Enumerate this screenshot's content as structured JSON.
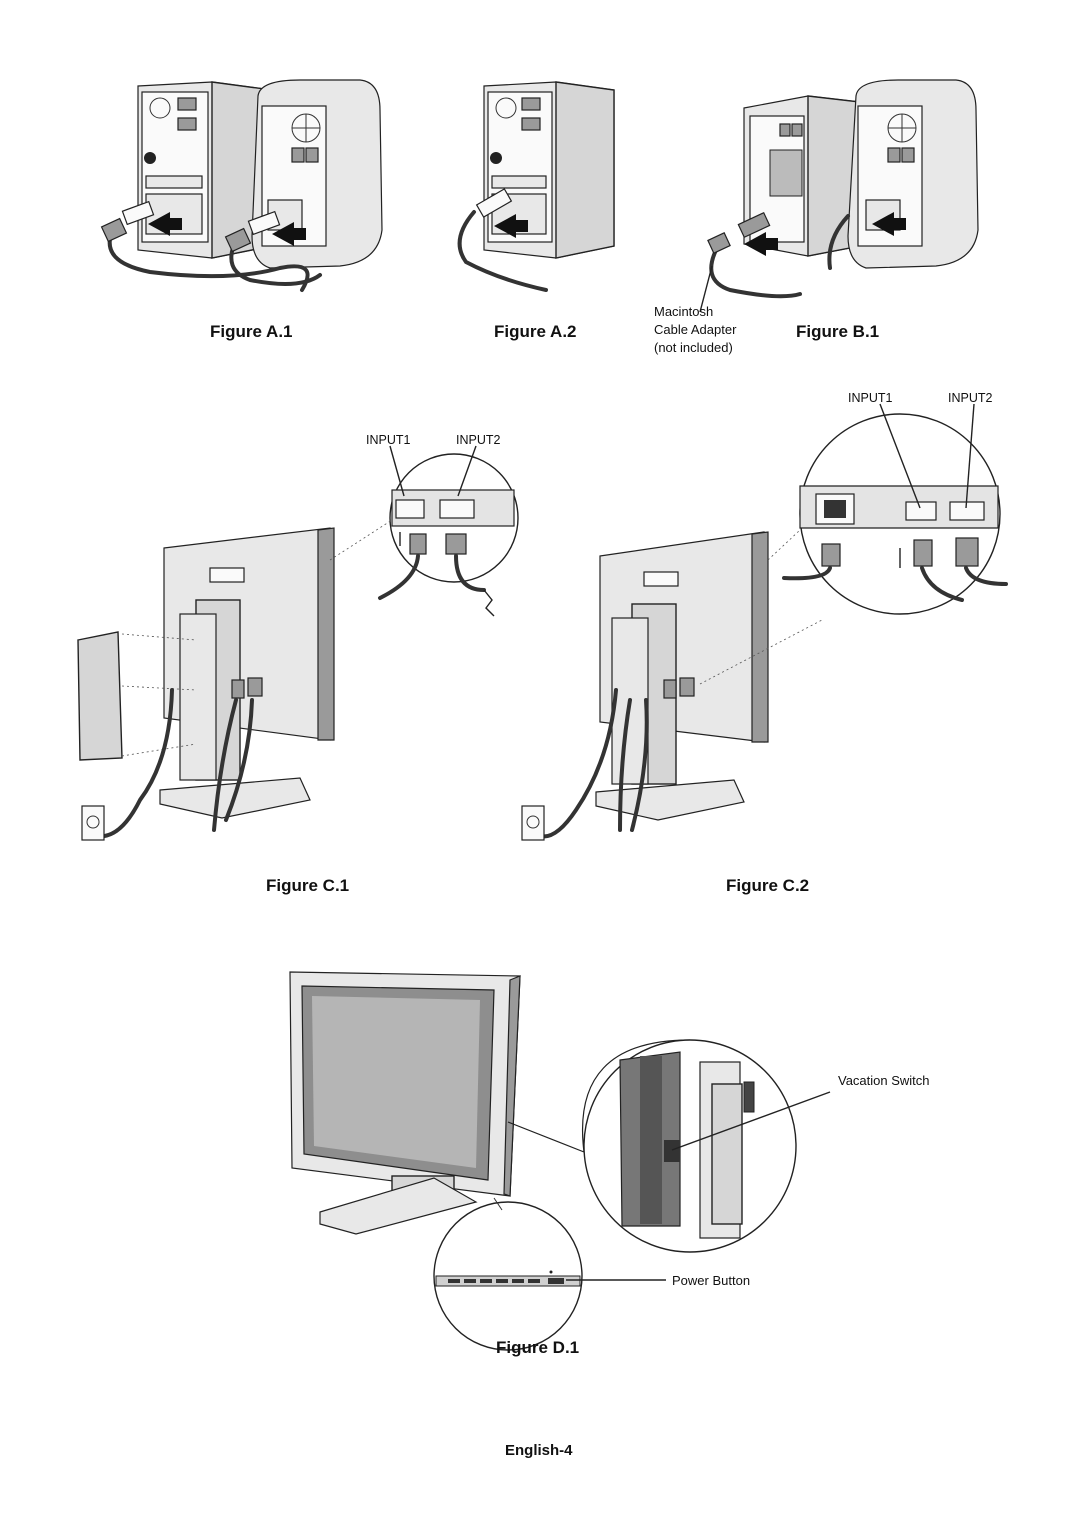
{
  "figures": {
    "a1": {
      "title": "Figure A.1"
    },
    "a2": {
      "title": "Figure A.2"
    },
    "b1": {
      "title": "Figure B.1",
      "note_line1": "Macintosh",
      "note_line2": "Cable Adapter",
      "note_line3": "(not included)"
    },
    "c1": {
      "title": "Figure C.1",
      "input1": "INPUT1",
      "input2": "INPUT2"
    },
    "c2": {
      "title": "Figure C.2",
      "input1": "INPUT1",
      "input2": "INPUT2"
    },
    "d1": {
      "title": "Figure D.1",
      "vacation_switch": "Vacation Switch",
      "power_button": "Power Button"
    }
  },
  "footer": {
    "page_label": "English-4"
  }
}
